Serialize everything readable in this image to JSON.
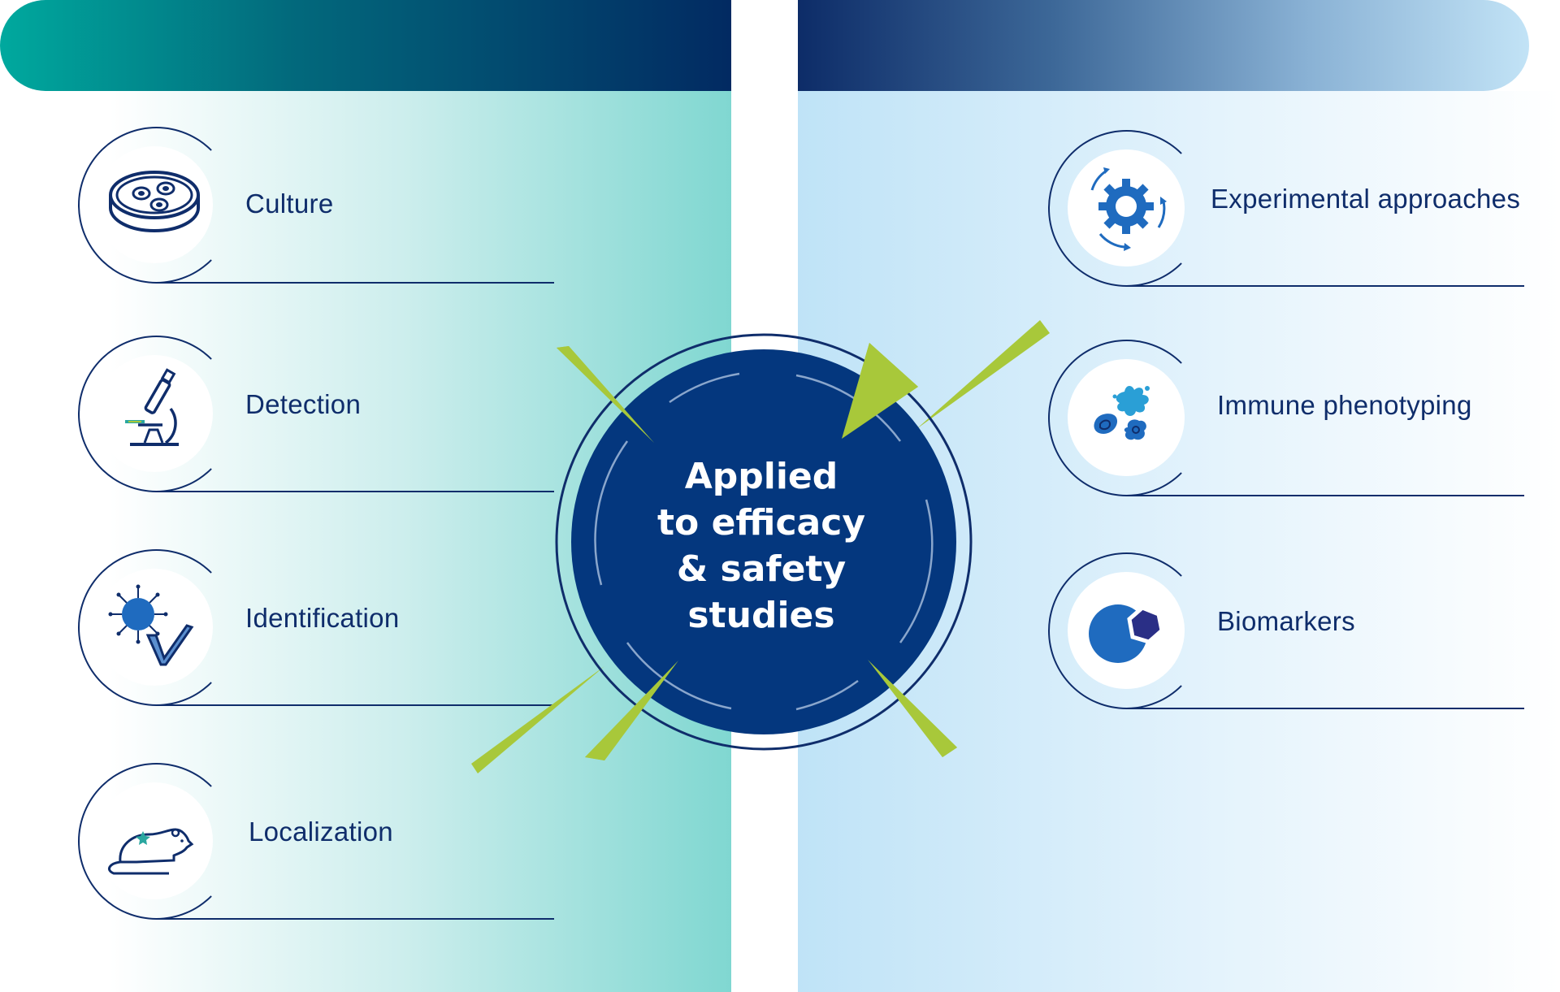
{
  "center": {
    "title_lines": [
      "Applied",
      "to efficacy",
      "& safety",
      "studies"
    ]
  },
  "left_items": [
    {
      "label": "Culture",
      "icon": "petri-dish-icon"
    },
    {
      "label": "Detection",
      "icon": "microscope-icon"
    },
    {
      "label": "Identification",
      "icon": "virus-check-icon"
    },
    {
      "label": "Localization",
      "icon": "mouse-icon"
    }
  ],
  "right_items": [
    {
      "label": "Experimental approaches",
      "icon": "gear-cycle-icon"
    },
    {
      "label": "Immune phenotyping",
      "icon": "immune-cells-icon"
    },
    {
      "label": "Biomarkers",
      "icon": "biomarker-shapes-icon"
    }
  ],
  "colors": {
    "navy": "#0f2d6b",
    "center_circle": "#04377e",
    "accent_green": "#a8c83a",
    "teal": "#00a99e",
    "icon_blue": "#1f6bbf"
  }
}
